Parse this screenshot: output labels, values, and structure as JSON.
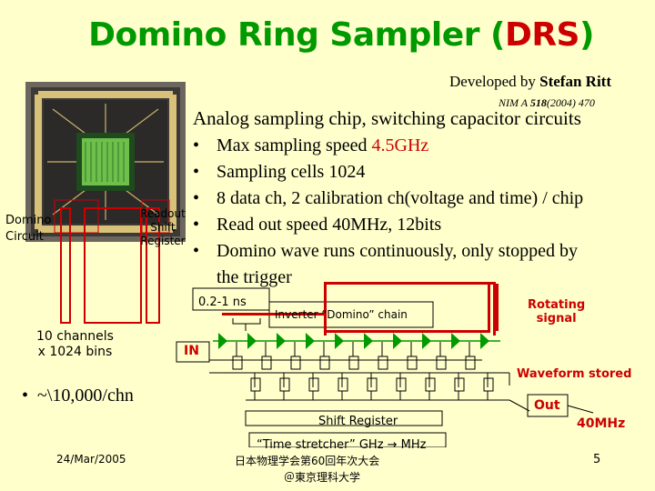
{
  "title": {
    "main": "Domino Ring Sampler ",
    "open": "(",
    "acronym": "DRS",
    "close": ")"
  },
  "credit": {
    "prefix": "Developed by ",
    "author": "Stefan Ritt"
  },
  "reference": {
    "prefix": "NIM A ",
    "volume": "518",
    "rest": "(2004) 470"
  },
  "intro": "Analog sampling chip, switching capacitor circuits",
  "bullets": [
    {
      "text": "Max sampling speed ",
      "value": "4.5GHz"
    },
    {
      "text": "Sampling cells ",
      "value": "1024"
    },
    {
      "text": "",
      "value": "8 data ch, 2 calibration ch(voltage and time) / chip"
    },
    {
      "text": "Read out speed ",
      "value": "40MHz, 12bits"
    },
    {
      "text": "Domino wave runs continuously, only stopped by",
      "value": ""
    },
    {
      "text": "the trigger",
      "value": ""
    }
  ],
  "chip_labels": {
    "domino_circuit": [
      "Domino",
      "Circuit"
    ],
    "readout_shift_register": [
      "Readout",
      "Shift",
      "Register"
    ]
  },
  "channels": [
    "10 channels",
    "x 1024 bins"
  ],
  "extra_bullet": "~\\10,000/chn",
  "diagram": {
    "timing": "0.2-1 ns",
    "inverter_chain": "Inverter “Domino” chain",
    "rotating": [
      "Rotating",
      "signal"
    ],
    "input": "IN",
    "waveform": "Waveform stored",
    "out": "Out",
    "shift_register": "Shift Register",
    "freq": "40MHz",
    "stretcher": "“Time stretcher” GHz → MHz"
  },
  "footer": {
    "date": "24/Mar/2005",
    "conference": "日本物理学会第60回年次大会",
    "venue": "＠東京理科大学",
    "page": "5"
  },
  "colors": {
    "background": "#ffffcc",
    "title": "#009900",
    "accent": "#cc0000"
  }
}
